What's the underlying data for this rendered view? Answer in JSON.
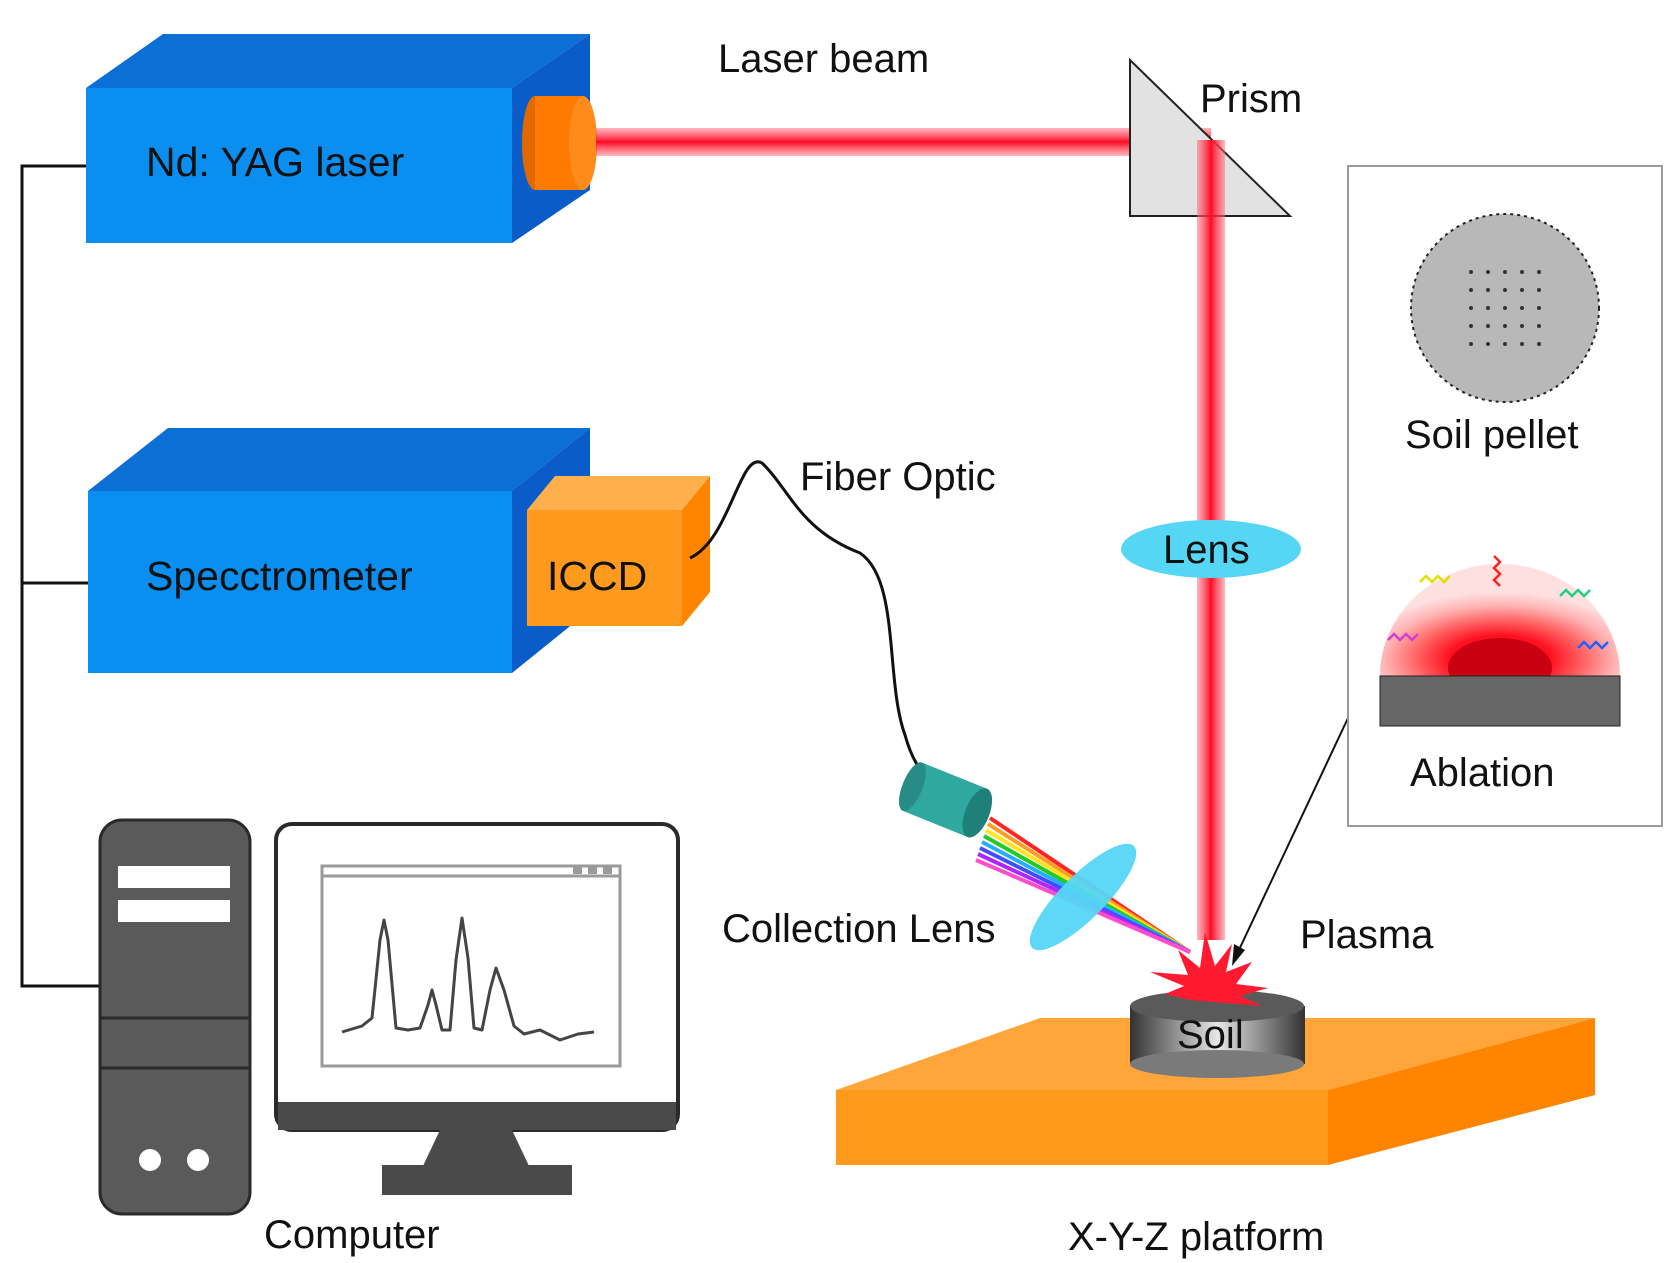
{
  "labels": {
    "laser": "Nd: YAG laser",
    "laser_beam": "Laser beam",
    "prism": "Prism",
    "spectrometer": "Specctrometer",
    "iccd": "ICCD",
    "fiber_optic": "Fiber Optic",
    "lens": "Lens",
    "collection_lens": "Collection Lens",
    "plasma": "Plasma",
    "soil": "Soil",
    "platform": "X-Y-Z platform",
    "computer": "Computer",
    "soil_pellet": "Soil pellet",
    "ablation": "Ablation"
  },
  "colors": {
    "box_front": "#0a8ff0",
    "box_top": "#0b6fd6",
    "box_side": "#0a5cc8",
    "laser_output": "#ff7a00",
    "iccd": "#ff9a1f",
    "beam": "#ff1a30",
    "lens": "#55d6f5",
    "collector": "#2fa89f",
    "platform": "#ff9a1a",
    "computer": "#5a5a5a"
  }
}
